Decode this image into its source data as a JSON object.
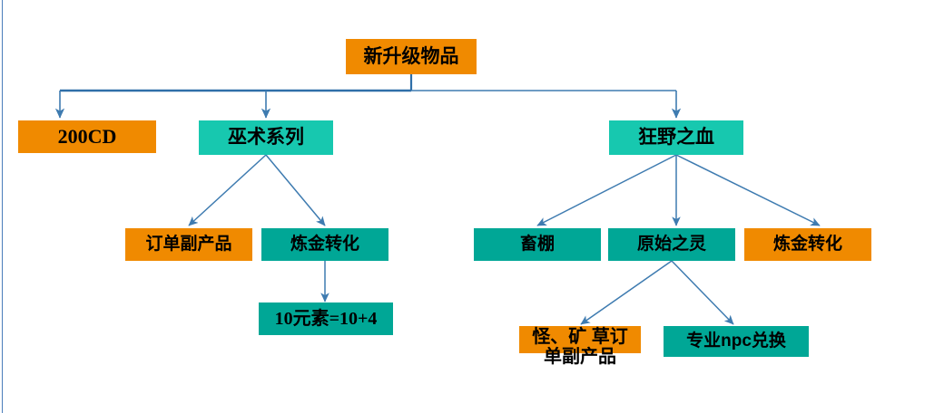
{
  "diagram": {
    "type": "tree",
    "title_node": "新升级物品",
    "colors": {
      "orange": "#F08A00",
      "teal": "#17C8AF",
      "teal_dark": "#00A796",
      "connector": "#3E7BB0",
      "slide_edge": "#4A7EBB",
      "text": "#000000",
      "background": "#FFFFFF"
    },
    "nodes": [
      {
        "id": "root",
        "label": "新升级物品",
        "color": "orange",
        "level": 0
      },
      {
        "id": "cd200",
        "label": "200CD",
        "color": "orange",
        "level": 1
      },
      {
        "id": "witchcraft",
        "label": "巫术系列",
        "color": "teal",
        "level": 1
      },
      {
        "id": "wildblood",
        "label": "狂野之血",
        "color": "teal",
        "level": 1
      },
      {
        "id": "orderby",
        "label": "订单副产品",
        "color": "orange",
        "level": 2
      },
      {
        "id": "alchemy1",
        "label": "炼金转化",
        "color": "teal_dark",
        "level": 2
      },
      {
        "id": "barn",
        "label": "畜棚",
        "color": "teal_dark",
        "level": 2
      },
      {
        "id": "primal",
        "label": "原始之灵",
        "color": "teal_dark",
        "level": 2
      },
      {
        "id": "alchemy2",
        "label": "炼金转化",
        "color": "orange",
        "level": 2
      },
      {
        "id": "elements",
        "label": "10元素=10+4",
        "color": "teal_dark",
        "level": 3
      },
      {
        "id": "mobore",
        "label": "怪、矿 草订单副产品",
        "color": "orange",
        "level": 3
      },
      {
        "id": "npcexchange",
        "label": "专业npc兑换",
        "color": "teal_dark",
        "level": 3
      }
    ],
    "edges": [
      {
        "from": "root",
        "to": "cd200",
        "style": "orthogonal"
      },
      {
        "from": "root",
        "to": "witchcraft",
        "style": "orthogonal"
      },
      {
        "from": "root",
        "to": "wildblood",
        "style": "orthogonal"
      },
      {
        "from": "witchcraft",
        "to": "orderby",
        "style": "diagonal"
      },
      {
        "from": "witchcraft",
        "to": "alchemy1",
        "style": "diagonal"
      },
      {
        "from": "wildblood",
        "to": "barn",
        "style": "diagonal"
      },
      {
        "from": "wildblood",
        "to": "primal",
        "style": "straight"
      },
      {
        "from": "wildblood",
        "to": "alchemy2",
        "style": "diagonal"
      },
      {
        "from": "alchemy1",
        "to": "elements",
        "style": "straight"
      },
      {
        "from": "primal",
        "to": "mobore",
        "style": "diagonal"
      },
      {
        "from": "primal",
        "to": "npcexchange",
        "style": "diagonal"
      }
    ]
  }
}
